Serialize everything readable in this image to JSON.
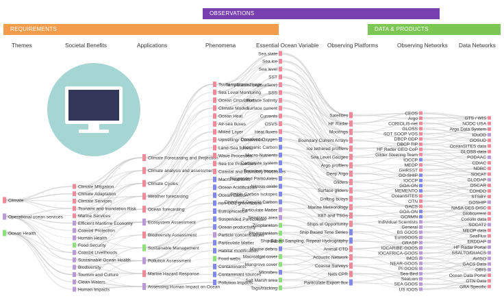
{
  "bands": {
    "observations": {
      "label": "OBSERVATIONS",
      "color": "#7a3fae"
    },
    "requirements": {
      "label": "REQUIREMENTS",
      "color": "#f39c4b"
    },
    "data_products": {
      "label": "DATA & PRODUCTS",
      "color": "#7cc653"
    }
  },
  "columns": [
    "Themes",
    "Societal Benefits",
    "Applications",
    "Phenomena",
    "Essential Ocean Variable",
    "Observing  Platforms",
    "Observing Networks",
    "Data Networks"
  ],
  "diagram": {
    "themes": [
      "Climate",
      "Operational ocean services",
      "Ocean Health"
    ],
    "societal_benefits": [
      "Climate Mitigation",
      "Climate Adaptation",
      "Climate Services",
      "Tsunami and Inundation Risk",
      "Marine Services",
      "Efficient Maritime Economy",
      "Coastal Protection",
      "Human Health",
      "Food Security",
      "Coastal Livelihoods",
      "Sustainable Ocean Health",
      "Biodiversity",
      "Tourism and Culture",
      "Clean Waters",
      "Human Impacts"
    ],
    "applications": [
      "Climate Forecasting and Projection",
      "Climate analysis and assessment",
      "Climate Cycles",
      "Weather forecasting",
      "Ocean forecasting",
      "Ecosystem Assessment",
      "Biodiversity Assessment",
      "Sustainable Management",
      "Pollution Assessment",
      "Marine Hazard Response",
      "Assessing Human Impact on Ocean"
    ],
    "phenomena": [
      "Tsunami/Storm Surge",
      "Sea Level Monitoring",
      "Ocean Circulation",
      "Climate Modes",
      "Ocean Heat",
      "Air-sea fluxes",
      "Mixed Layer",
      "Upwelling/ Convection",
      "Land-Sea fluxes",
      "Wave Processes",
      "Sea Ice Processes",
      "Coastal and Boundary Processes",
      "Macro Nutrients",
      "Ocean Acidification",
      "Ocean Carbon",
      "non-CO2 greenhouse",
      "Eutrophication",
      "Suspended Particulates",
      "Ocean productivity",
      "Particle concentrations",
      "Particulate Matter",
      "Habitat modification",
      "Food webs",
      "Contaminants",
      "Contaminant sources",
      "Pollution Impacts"
    ],
    "eov": [
      "Sea state",
      "Sea ice",
      "Sea level",
      "SST",
      "Temperature (subsurface)",
      "SSS",
      "Surface Salinity",
      "Surface current",
      "Currents",
      "OSVS",
      "Heat fluxes",
      "Dissolved Oxygen",
      "Inorganic Carbon",
      "Macro-Nutrients",
      "Carbonate system",
      "Transient tracers",
      "Suspended Particulates",
      "Nitrous oxide",
      "Stable Carbon Isotopes",
      "Dissolved Organic Carbon",
      "Particulate Matter",
      "Seagrass area",
      "Zooplankton",
      "Phytoplankton",
      "HAB",
      "Marine debris",
      "Macroalgal cover",
      "Mangrove cover",
      "Microbes",
      "Salt Marsh area",
      "Tags/tracking"
    ],
    "platforms": [
      "Satellites",
      "HF Radar",
      "Moorings",
      "Boundary Current Arrays",
      "Ice tethered profilers",
      "Sea Level Gauges",
      "Argo profilers",
      "Deep Argo",
      "Gliders",
      "Surface gliders",
      "Drifting buoys",
      "Marine Meteorology",
      "XBT and TSGs",
      "Ships of Opportunity",
      "Ship Based Time Series",
      "Ship Based Sampling, Repeat Hydrography",
      "Animal CTD",
      "Acoustic Network",
      "Coastal Surveys",
      "Nets CPR",
      "Particulate Export flux"
    ],
    "networks": [
      "CEOS",
      "Argo",
      "CORIOLIS-net",
      "GLOSS",
      "SOT SOOP VOS",
      "DBCP GDP",
      "DBCP TIP",
      "HF Radar GEO CoP",
      "Glider Steering Team",
      "IOCCP",
      "MEOP",
      "GHRSST",
      "GO-SHIP",
      "IOCCP",
      "GOA-ON",
      "MEMENTO",
      "OceanSITES",
      "OTN",
      "GACS",
      "GOA-ON",
      "GCRMN",
      "Individual Scientists",
      "General",
      "BS GOOS",
      "EuroGOOS",
      "GRASP",
      "IOCARIBE-GOOS",
      "IOCAFRICA-GOOS",
      "IMOS",
      "NEAR-GOOS",
      "PI-GOOS",
      "Sea-Bird",
      "SeaLion",
      "SEA GOOS",
      "US IOOS"
    ],
    "data_networks": [
      "GTS / WIS",
      "NODC USA",
      "Argo Data System",
      "IOuOD",
      "GOSUD",
      "OceanSITES data",
      "GLOSS data",
      "PODAAC",
      "CDIAC",
      "NDBC",
      "SOCAT",
      "GLODAP",
      "OSCAR",
      "COHDO",
      "STSBY",
      "GOSHIP",
      "NASA GES DISC",
      "Globcurrent",
      "Coriolis data",
      "SOCAT2",
      "MEOP data",
      "SeaFlux",
      "ERDDAP",
      "HF Radar Portal",
      "SSALTO/DUACS",
      "AVISO",
      "GACS Data",
      "OBIS",
      "Ocean Data Portal",
      "OTN Data",
      "GRA Specific"
    ]
  },
  "colors": {
    "pink": "#f08a9a",
    "lavender": "#b99ad6",
    "green": "#8ee07c",
    "blue": "#8088e8",
    "link": "#c8c8c8"
  }
}
